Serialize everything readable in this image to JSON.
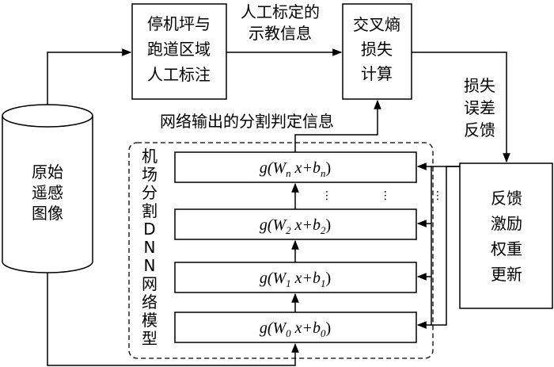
{
  "nodes": {
    "source": {
      "lines": [
        "原始",
        "遥感",
        "图像"
      ]
    },
    "annotate": {
      "lines": [
        "停机坪与",
        "跑道区域",
        "人工标注"
      ]
    },
    "loss": {
      "lines": [
        "交叉熵",
        "损失",
        "计算"
      ]
    },
    "update": {
      "lines": [
        "反馈",
        "激励",
        "权重",
        "更新"
      ]
    }
  },
  "edges": {
    "teaching": {
      "lines": [
        "人工标定的",
        "示教信息"
      ]
    },
    "feedback": {
      "lines": [
        "损失",
        "误差",
        "反馈"
      ]
    },
    "network_out": "网络输出的分割判定信息"
  },
  "model": {
    "label_chars": [
      "机",
      "场",
      "分",
      "割",
      "D",
      "N",
      "N",
      "网",
      "络",
      "模",
      "型"
    ],
    "layers": [
      {
        "w": "n",
        "b": "n"
      },
      {
        "w": "2",
        "b": "2"
      },
      {
        "w": "1",
        "b": "1"
      },
      {
        "w": "0",
        "b": "0"
      }
    ],
    "ellipsis": "⋮"
  }
}
